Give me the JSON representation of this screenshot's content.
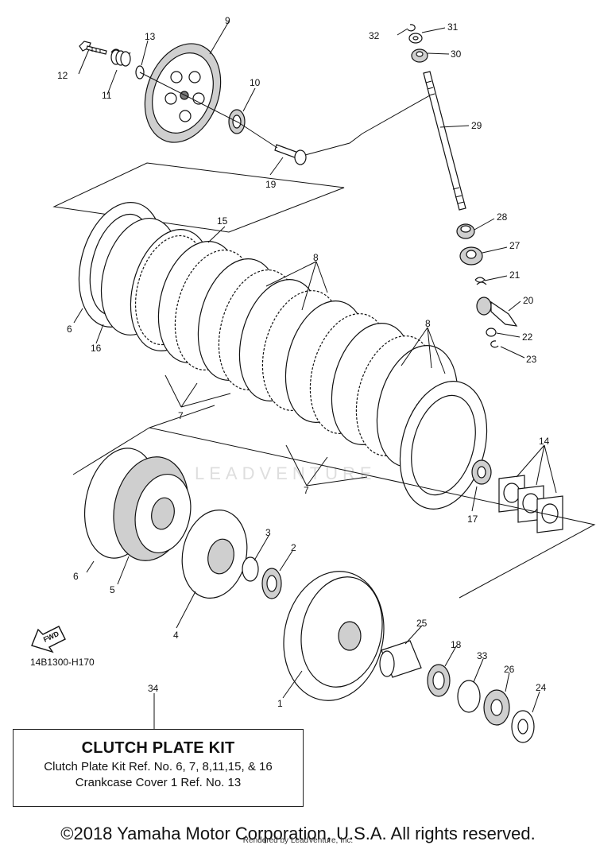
{
  "callouts": [
    "1",
    "2",
    "3",
    "4",
    "5",
    "6",
    "6",
    "7",
    "7",
    "8",
    "8",
    "9",
    "10",
    "11",
    "12",
    "13",
    "14",
    "15",
    "16",
    "17",
    "18",
    "19",
    "20",
    "21",
    "22",
    "23",
    "24",
    "25",
    "26",
    "27",
    "28",
    "29",
    "30",
    "31",
    "32",
    "33",
    "34"
  ],
  "watermark": "LEADVENTURE",
  "fwd_label": "FWD",
  "reference_code": "14B1300-H170",
  "kit_box": {
    "title": "CLUTCH PLATE KIT",
    "line1": "Clutch Plate Kit Ref. No. 6, 7, 8,11,15, & 16",
    "line2": "Crankcase Cover 1 Ref. No. 13"
  },
  "copyright": "©2018 Yamaha Motor Corporation, U.S.A. All rights reserved.",
  "rendered_by": "Rendered by LeadVenture, Inc."
}
